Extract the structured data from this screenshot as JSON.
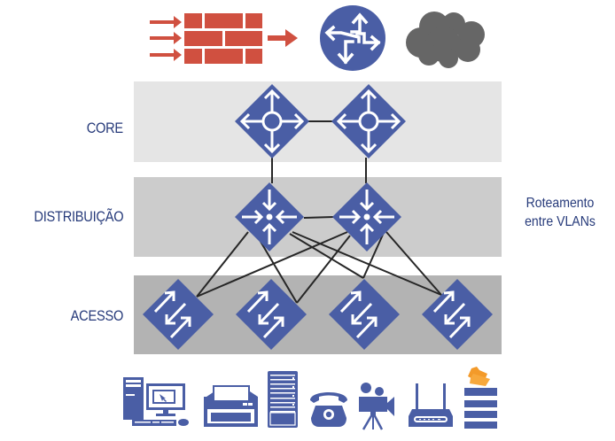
{
  "diagram": {
    "title": "Hierarchical network model",
    "colors": {
      "device_blue": "#4a5ea5",
      "firewall_red": "#d05040",
      "cloud_gray": "#666666",
      "band_core": "#e5e5e5",
      "band_distribution": "#cccccc",
      "band_access": "#b3b3b3",
      "link": "#262626",
      "folder_orange": "#f39a2a",
      "label_text": "#263a7a"
    },
    "top_row": [
      {
        "id": "firewall",
        "icon": "firewall-icon"
      },
      {
        "id": "router",
        "icon": "router-icon"
      },
      {
        "id": "internet",
        "icon": "cloud-icon"
      }
    ],
    "layers": [
      {
        "id": "core",
        "label": "CORE",
        "switch_type": "core-switch-icon",
        "count": 2
      },
      {
        "id": "distribution",
        "label": "DISTRIBUIÇÃO",
        "switch_type": "multilayer-switch-icon",
        "count": 2,
        "note": [
          "Roteamento",
          "entre VLANs"
        ]
      },
      {
        "id": "access",
        "label": "ACESSO",
        "switch_type": "access-switch-icon",
        "count": 4
      }
    ],
    "links": [
      {
        "from": "core-1",
        "to": "core-2"
      },
      {
        "from": "core-1",
        "to": "dist-1"
      },
      {
        "from": "core-2",
        "to": "dist-2"
      },
      {
        "from": "dist-1",
        "to": "dist-2"
      },
      {
        "from": "dist-1",
        "to": "access-1"
      },
      {
        "from": "dist-1",
        "to": "access-2"
      },
      {
        "from": "dist-1",
        "to": "access-3"
      },
      {
        "from": "dist-1",
        "to": "access-4"
      },
      {
        "from": "dist-2",
        "to": "access-1"
      },
      {
        "from": "dist-2",
        "to": "access-2"
      },
      {
        "from": "dist-2",
        "to": "access-3"
      },
      {
        "from": "dist-2",
        "to": "access-4"
      }
    ],
    "end_devices": [
      {
        "id": "workstation",
        "icon": "desktop-computer-icon"
      },
      {
        "id": "printer",
        "icon": "printer-icon"
      },
      {
        "id": "server",
        "icon": "server-icon"
      },
      {
        "id": "telephone",
        "icon": "telephone-icon"
      },
      {
        "id": "camera",
        "icon": "video-camera-icon"
      },
      {
        "id": "wireless-ap",
        "icon": "wireless-router-icon"
      },
      {
        "id": "storage",
        "icon": "file-server-icon"
      }
    ]
  }
}
